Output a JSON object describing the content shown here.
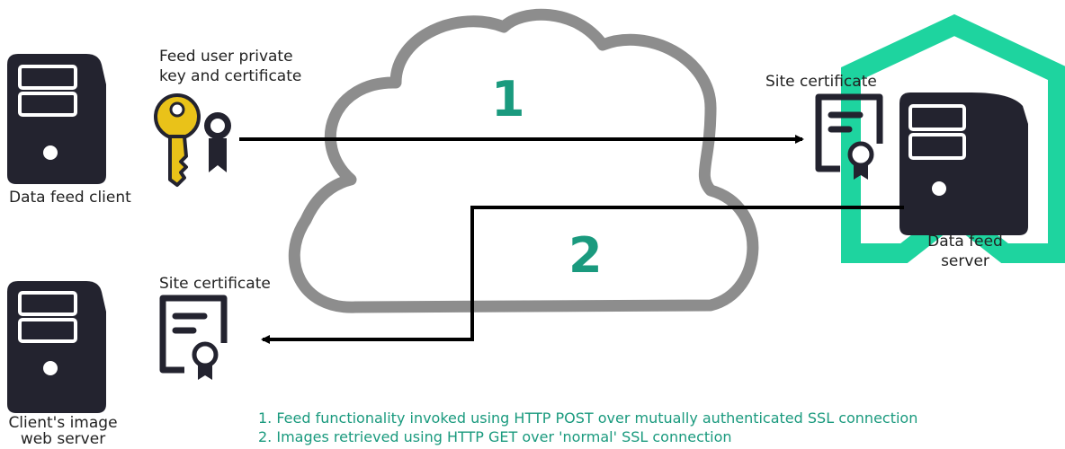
{
  "labels": {
    "data_feed_client": "Data feed client",
    "feed_user_key_line1": "Feed user private",
    "feed_user_key_line2": "key and certificate",
    "site_certificate_top": "Site certificate",
    "site_certificate_bottom": "Site certificate",
    "data_feed_server_line1": "Data feed",
    "data_feed_server_line2": "server",
    "client_image_server_line1": "Client's image",
    "client_image_server_line2": "web server"
  },
  "steps": {
    "one": "1",
    "two": "2"
  },
  "legend": {
    "line1": "1. Feed functionality invoked using HTTP POST over mutually authenticated SSL connection",
    "line2": "2. Images retrieved using HTTP GET over 'normal' SSL connection"
  },
  "colors": {
    "accent_teal": "#1a9a7e",
    "logo_green": "#1ed49f",
    "server_dark": "#23232f",
    "key_yellow": "#e9c219",
    "cloud_gray": "#8d8d8d"
  },
  "icons": [
    "server-icon",
    "key-icon",
    "certificate-icon",
    "cloud-icon",
    "logo-icon"
  ]
}
